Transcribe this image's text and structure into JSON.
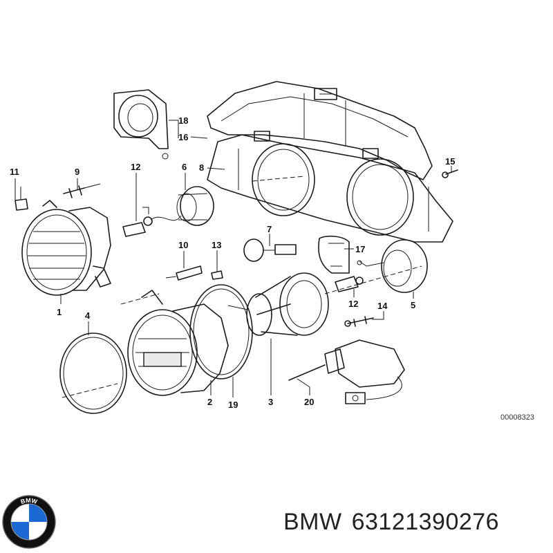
{
  "diagram": {
    "callouts": [
      {
        "id": "c1",
        "text": "1"
      },
      {
        "id": "c2",
        "text": "2"
      },
      {
        "id": "c3",
        "text": "3"
      },
      {
        "id": "c4",
        "text": "4"
      },
      {
        "id": "c5",
        "text": "5"
      },
      {
        "id": "c6",
        "text": "6"
      },
      {
        "id": "c7",
        "text": "7"
      },
      {
        "id": "c8",
        "text": "8"
      },
      {
        "id": "c9",
        "text": "9"
      },
      {
        "id": "c10",
        "text": "10"
      },
      {
        "id": "c11",
        "text": "11"
      },
      {
        "id": "c12a",
        "text": "12"
      },
      {
        "id": "c12b",
        "text": "12"
      },
      {
        "id": "c13",
        "text": "13"
      },
      {
        "id": "c14",
        "text": "14"
      },
      {
        "id": "c15",
        "text": "15"
      },
      {
        "id": "c16",
        "text": "16"
      },
      {
        "id": "c17",
        "text": "17"
      },
      {
        "id": "c18",
        "text": "18"
      },
      {
        "id": "c19",
        "text": "19"
      },
      {
        "id": "c20",
        "text": "20"
      }
    ],
    "reference_code": "00008323"
  },
  "caption": {
    "brand": "BMW",
    "part_number": "63121390276"
  },
  "logo": {
    "text": "BMW",
    "colors": {
      "blue": "#1c69d4",
      "black": "#111111",
      "white": "#ffffff"
    }
  }
}
